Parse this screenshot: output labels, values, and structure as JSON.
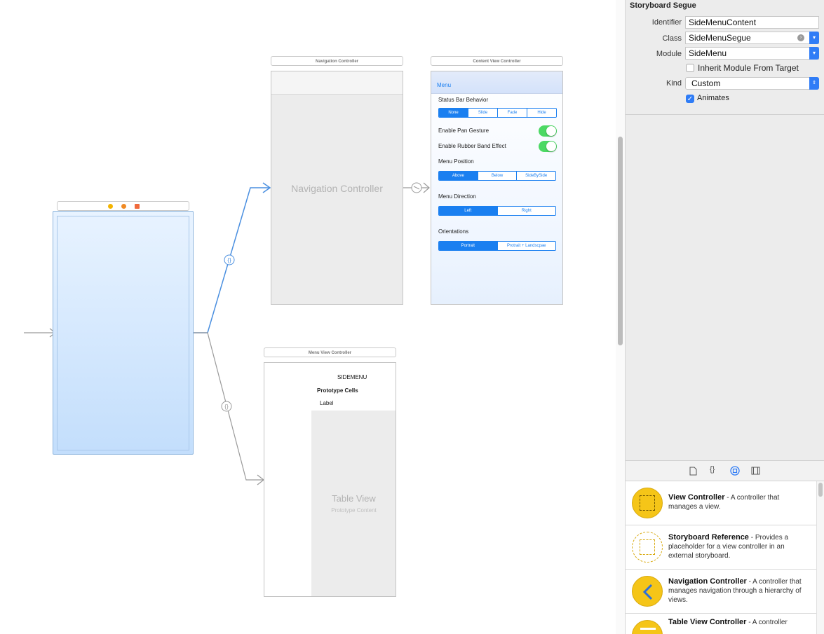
{
  "scenes": {
    "navigation": {
      "title": "Navigation Controller",
      "placeholder": "Navigation Controller"
    },
    "content": {
      "title": "Content View Controller",
      "nav_item": "Menu",
      "status_bar_label": "Status Bar Behavior",
      "status_bar_options": [
        "None",
        "Slide",
        "Fade",
        "Hide"
      ],
      "pan_gesture_label": "Enable Pan Gesture",
      "rubber_band_label": "Enable Rubber Band Effect",
      "menu_position_label": "Menu Position",
      "menu_position_options": [
        "Above",
        "Below",
        "SideBySide"
      ],
      "menu_direction_label": "Menu Direction",
      "menu_direction_options": [
        "Left",
        "Right"
      ],
      "orientations_label": "Orientations",
      "orientation_options": [
        "Portrait",
        "Protrait + Landscpae"
      ]
    },
    "menu": {
      "title": "Menu View Controller",
      "header": "SIDEMENU",
      "prototype_cells": "Prototype Cells",
      "cell_label": "Label",
      "table_view": "Table View",
      "prototype_content": "Prototype Content"
    }
  },
  "inspector": {
    "section_title": "Storyboard Segue",
    "identifier_label": "Identifier",
    "identifier_value": "SideMenuContent",
    "class_label": "Class",
    "class_value": "SideMenuSegue",
    "module_label": "Module",
    "module_value": "SideMenu",
    "inherit_module_label": "Inherit Module From Target",
    "kind_label": "Kind",
    "kind_value": "Custom",
    "animates_label": "Animates"
  },
  "library": {
    "tabs": [
      "file-icon",
      "braces-icon",
      "object-icon",
      "media-icon"
    ],
    "items": [
      {
        "name": "View Controller",
        "desc": " - A controller that manages a view."
      },
      {
        "name": "Storyboard Reference",
        "desc": " - Provides a placeholder for a view controller in an external storyboard."
      },
      {
        "name": "Navigation Controller",
        "desc": " - A controller that manages navigation through a hierarchy of views."
      },
      {
        "name": "Table View Controller",
        "desc": " - A controller"
      }
    ]
  },
  "colors": {
    "accent": "#1a7ff0",
    "toggle_on": "#4cd964",
    "segue_blue": "#4a8fe0",
    "segue_gray": "#9a9a9a"
  }
}
